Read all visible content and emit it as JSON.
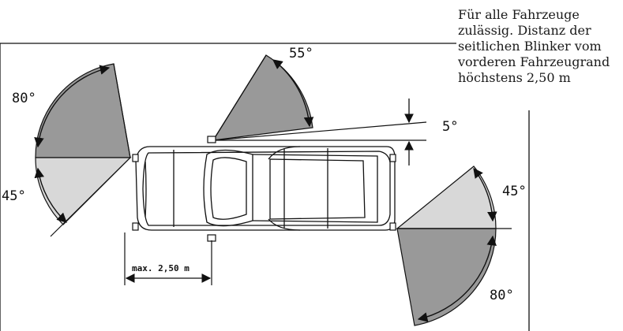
{
  "caption_lines": [
    "Für alle Fahrzeuge",
    "zulässig. Distanz der",
    "seitlichen Blinker vom",
    "vorderen Fahrzeugrand",
    "höchstens 2,50 m"
  ],
  "angles": {
    "front_upper": "80°",
    "front_lower": "45°",
    "side_upper": "55°",
    "side_small": "5°",
    "rear_upper": "45°",
    "rear_lower": "80°"
  },
  "dimension_label": "max. 2,50 m",
  "colors": {
    "dark_sector": "#999999",
    "light_sector": "#d8d8d8",
    "stroke": "#111111"
  }
}
